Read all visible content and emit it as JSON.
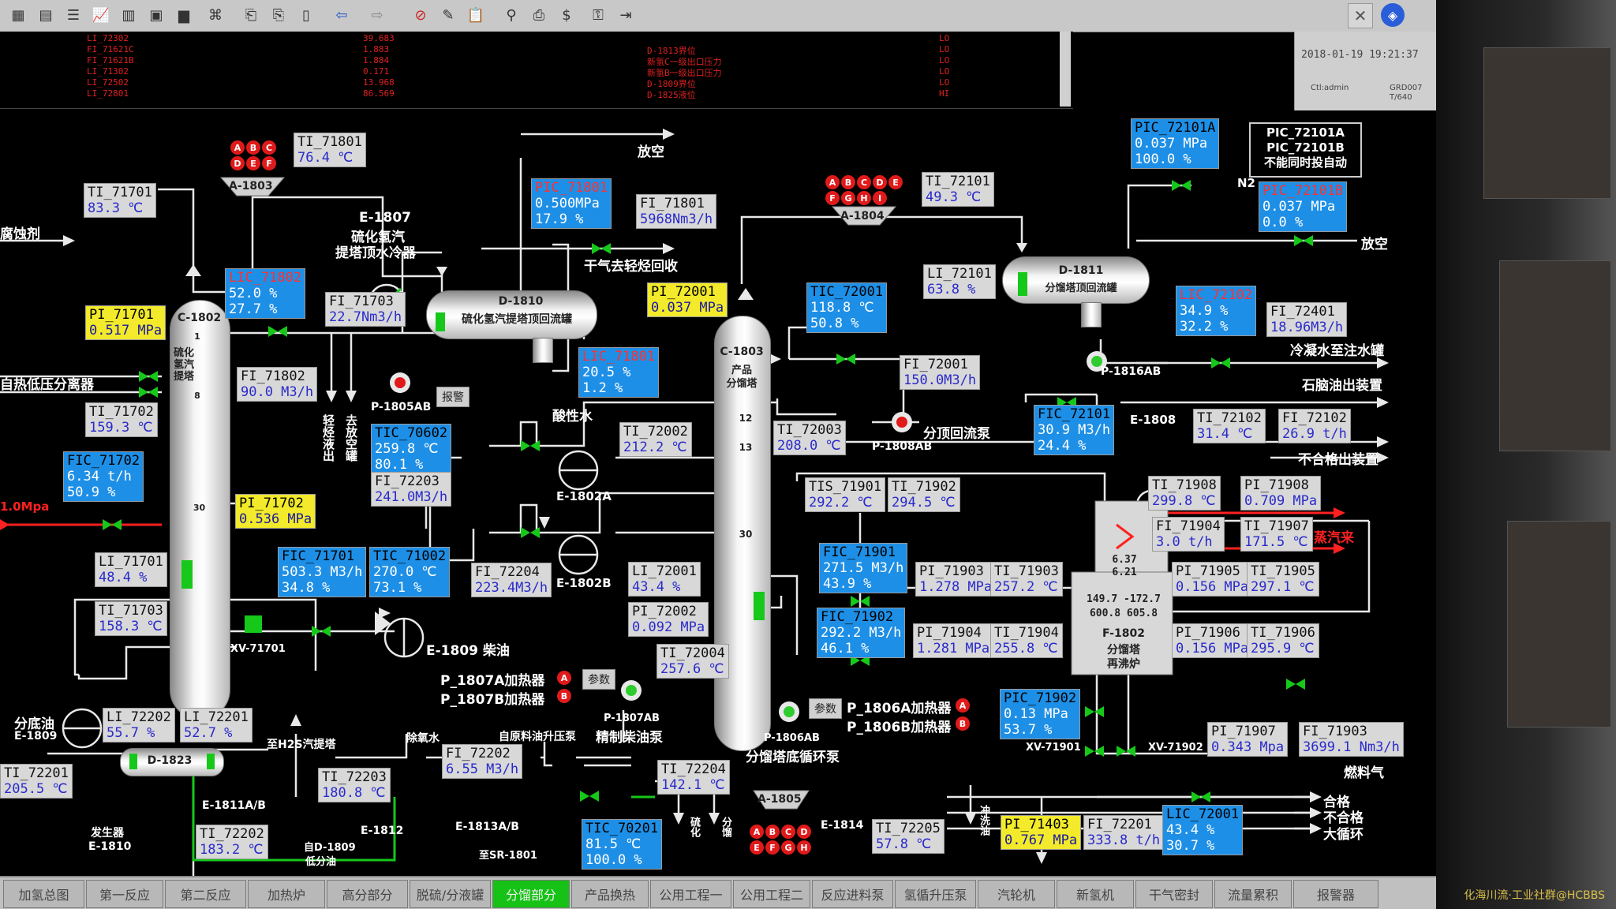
{
  "alarm_list": [
    {
      "tag": "LI_72302",
      "value": "39.683",
      "desc": "",
      "level": "LO"
    },
    {
      "tag": "FI_71621C",
      "value": "1.883",
      "desc": "D-1813界位",
      "level": "LO"
    },
    {
      "tag": "FI_71621B",
      "value": "1.884",
      "desc": "新氢C一级出口压力",
      "level": "LO"
    },
    {
      "tag": "LI_71302",
      "value": "0.171",
      "desc": "新氢B一级出口压力",
      "level": "LO"
    },
    {
      "tag": "LI_72502",
      "value": "13.968",
      "desc": "D-1809界位",
      "level": "LO"
    },
    {
      "tag": "LI_72801",
      "value": "86.569",
      "desc": "D-1825液位",
      "level": "HI"
    }
  ],
  "info_panel": {
    "timestamp": "2018-01-19 19:21:37",
    "user": "Ctl:admin",
    "station": "GRD007\nT/640"
  },
  "tags": {
    "ti71801": {
      "t": "TI_71801",
      "v": "76.4 ℃"
    },
    "ti71701": {
      "t": "TI_71701",
      "v": "83.3 ℃"
    },
    "pic71801": {
      "t": "PIC_71801",
      "v1": "0.500MPa",
      "v2": "17.9 %"
    },
    "fi71801": {
      "t": "FI_71801",
      "v": "5968Nm3/h"
    },
    "lic71802": {
      "t": "LIC_71802",
      "v1": "52.0 %",
      "v2": "27.7 %"
    },
    "fi71703": {
      "t": "FI_71703",
      "v": "22.7Nm3/h"
    },
    "pi71701": {
      "t": "PI_71701",
      "v": "0.517 MPa"
    },
    "fi71802": {
      "t": "FI_71802",
      "v": "90.0 M3/h"
    },
    "ti71702": {
      "t": "TI_71702",
      "v": "159.3 ℃"
    },
    "tic70602": {
      "t": "TIC_70602",
      "v1": "259.8 ℃",
      "v2": "80.1 %"
    },
    "fic71702": {
      "t": "FIC_71702",
      "v1": "6.34 t/h",
      "v2": "50.9 %"
    },
    "fi72203": {
      "t": "FI_72203",
      "v": "241.0M3/h"
    },
    "pi71702": {
      "t": "PI_71702",
      "v": "0.536 MPa"
    },
    "li71701": {
      "t": "LI_71701",
      "v": "48.4 %"
    },
    "fic71701": {
      "t": "FIC_71701",
      "v1": "503.3 M3/h",
      "v2": "34.8 %"
    },
    "tic71002": {
      "t": "TIC_71002",
      "v1": "270.0 ℃",
      "v2": "73.1 %"
    },
    "ti71703": {
      "t": "TI_71703",
      "v": "158.3 ℃"
    },
    "fi72204": {
      "t": "FI_72204",
      "v": "223.4M3/h"
    },
    "pi72001": {
      "t": "PI_72001",
      "v": "0.037 MPa"
    },
    "lic71801": {
      "t": "LIC_71801",
      "v1": "20.5 %",
      "v2": "1.2 %"
    },
    "ti72002": {
      "t": "TI_72002",
      "v": "212.2 ℃"
    },
    "li72001": {
      "t": "LI_72001",
      "v": "43.4 %"
    },
    "pi72002": {
      "t": "PI_72002",
      "v": "0.092 MPa"
    },
    "ti72004": {
      "t": "TI_72004",
      "v": "257.6 ℃"
    },
    "tic72001": {
      "t": "TIC_72001",
      "v1": "118.8 ℃",
      "v2": "50.8 %"
    },
    "fi72001": {
      "t": "FI_72001",
      "v": "150.0M3/h"
    },
    "ti72003": {
      "t": "TI_72003",
      "v": "208.0 ℃"
    },
    "ti72101": {
      "t": "TI_72101",
      "v": "49.3 ℃"
    },
    "li72101": {
      "t": "LI_72101",
      "v": "63.8 %"
    },
    "pic72101a": {
      "t": "PIC_72101A",
      "v1": "0.037 MPa",
      "v2": "100.0 %"
    },
    "pic72101b": {
      "t": "PIC_72101B",
      "v1": "0.037 MPa",
      "v2": "0.0 %"
    },
    "lic72102": {
      "t": "LIC_72102",
      "v1": "34.9 %",
      "v2": "32.2 %"
    },
    "fi72401": {
      "t": "FI_72401",
      "v": "18.96M3/h"
    },
    "fic72101": {
      "t": "FIC_72101",
      "v1": "30.9 M3/h",
      "v2": "24.4 %"
    },
    "ti72102": {
      "t": "TI_72102",
      "v": "31.4 ℃"
    },
    "fi72102": {
      "t": "FI_72102",
      "v": "26.9 t/h"
    },
    "tis71901": {
      "t": "TIS_71901",
      "v": "292.2 ℃"
    },
    "ti71902": {
      "t": "TI_71902",
      "v": "294.5 ℃"
    },
    "fic71901": {
      "t": "FIC_71901",
      "v1": "271.5 M3/h",
      "v2": "43.9 %"
    },
    "pi71903": {
      "t": "PI_71903",
      "v": "1.278 MPa"
    },
    "ti71903": {
      "t": "TI_71903",
      "v": "257.2 ℃"
    },
    "fic71902": {
      "t": "FIC_71902",
      "v1": "292.2 M3/h",
      "v2": "46.1 %"
    },
    "pi71904": {
      "t": "PI_71904",
      "v": "1.281 MPa"
    },
    "ti71904": {
      "t": "TI_71904",
      "v": "255.8 ℃"
    },
    "ti71908": {
      "t": "TI_71908",
      "v": "299.8 ℃"
    },
    "pi71908": {
      "t": "PI_71908",
      "v": "0.709 MPa"
    },
    "fi71904": {
      "t": "FI_71904",
      "v": "3.0 t/h"
    },
    "ti71907": {
      "t": "TI_71907",
      "v": "171.5 ℃"
    },
    "pi71905": {
      "t": "PI_71905",
      "v": "0.156 MPa"
    },
    "ti71905": {
      "t": "TI_71905",
      "v": "297.1 ℃"
    },
    "pi71906": {
      "t": "PI_71906",
      "v": "0.156 MPa"
    },
    "ti71906": {
      "t": "TI_71906",
      "v": "295.9 ℃"
    },
    "pic71902": {
      "t": "PIC_71902",
      "v1": "0.13 MPa",
      "v2": "53.7 %"
    },
    "pi71907": {
      "t": "PI_71907",
      "v": "0.343 Mpa"
    },
    "fi71903": {
      "t": "FI_71903",
      "v": "3699.1 Nm3/h"
    },
    "li72202": {
      "t": "LI_72202",
      "v": "55.7 %"
    },
    "li72201": {
      "t": "LI_72201",
      "v": "52.7 %"
    },
    "ti72201": {
      "t": "TI_72201",
      "v": "205.5 ℃"
    },
    "ti72203": {
      "t": "TI_72203",
      "v": "180.8 ℃"
    },
    "fi72202": {
      "t": "FI_72202",
      "v": "6.55 M3/h"
    },
    "ti72204": {
      "t": "TI_72204",
      "v": "142.1 ℃"
    },
    "ti72202": {
      "t": "TI_72202",
      "v": "183.2 ℃"
    },
    "tic70201": {
      "t": "TIC_70201",
      "v1": "81.5 ℃",
      "v2": "100.0 %"
    },
    "ti72205": {
      "t": "TI_72205",
      "v": "57.8 ℃"
    },
    "pi71403": {
      "t": "PI_71403",
      "v": "0.767 MPa"
    },
    "fi72201": {
      "t": "FI_72201",
      "v": "333.8 t/h"
    },
    "lic72001": {
      "t": "LIC_72001",
      "v1": "43.4 %",
      "v2": "30.7 %"
    }
  },
  "labels": {
    "fuliu": "腐蚀剂",
    "vent1": "放空",
    "e1807": "E-1807",
    "e1807_desc1": "硫化氢汽",
    "e1807_desc2": "提塔顶水冷器",
    "gas_recover": "干气去轻烃回收",
    "d1810": "D-1810",
    "d1810_desc": "硫化氢汽提塔顶回流罐",
    "c1802": "C-1802",
    "c1802_desc": "硫化氢汽提塔",
    "from_sep": "自热低压分离器",
    "p1805": "P-1805AB",
    "alarm_btn": "报警",
    "acid_water": "酸性水",
    "light_oil": "轻烃液出",
    "to_vent": "去放空罐",
    "e1802a": "E-1802A",
    "e1802b": "E-1802B",
    "e1809": "E-1809 柴油",
    "xv71701": "XV-71701",
    "pressure_in": "1.0Mpa",
    "c1803": "C-1803",
    "c1803_desc1": "产品",
    "c1803_desc2": "分馏塔",
    "tray12": "12",
    "tray13": "13",
    "tray30": "30",
    "tray1": "1",
    "tray8": "8",
    "tray30b": "30",
    "p1808": "P-1808AB",
    "reflux_pump": "分顶回流泵",
    "d1811": "D-1811",
    "d1811_desc": "分馏塔顶回流罐",
    "n2": "N2",
    "p1816": "P-1816AB",
    "cold_water": "冷凝水至注水罐",
    "naphtha": "石脑油出装置",
    "e1808": "E-1808",
    "offspec": "不合格出装置",
    "vent2": "放空",
    "notice": "PIC_72101A\nPIC_72101B\n不能同时投自动",
    "steam_in": "蒸汽来",
    "f1802": "F-1802",
    "f1802_desc1": "分馏塔",
    "f1802_desc2": "再沸炉",
    "f_vals1": "6.37",
    "f_vals2": "6.21",
    "f_vals3": "149.7 -172.7",
    "f_vals4": "600.8  605.8",
    "xv71901": "XV-71901",
    "xv71902": "XV-71902",
    "fuel_gas": "燃料气",
    "p1807a": "P_1807A加热器",
    "p1807b": "P_1807B加热器",
    "p1807": "P-1807AB",
    "p1807_desc": "精制柴油泵",
    "param_btn1": "参数",
    "p1806a": "P_1806A加热器",
    "p1806b": "P_1806B加热器",
    "p1806": "P-1806AB",
    "p1806_desc": "分馏塔底循环泵",
    "param_btn2": "参数",
    "bottom_oil": "分底油",
    "e1809b": "E-1809",
    "d1823": "D-1823",
    "to_h2s": "至H2S汽提塔",
    "deox": "除氧水",
    "from_raw": "自原料油升压泵",
    "e1811": "E-1811A/B",
    "e1812": "E-1812",
    "e1813": "E-1813A/B",
    "to_sr": "至SR-1801",
    "to_d1809": "自D-1809",
    "low_oil": "低分油",
    "gen": "发生器",
    "e1810": "E-1810",
    "a1805": "A-1805",
    "e1814": "E-1814",
    "cool_oil": "冲洗油",
    "ok": "合格",
    "nok": "不合格",
    "big_loop": "大循环",
    "a1803": "A-1803",
    "a1804": "A-1804",
    "vulcan": "硫化",
    "fracture": "分馏",
    "a1803_lamps": [
      "A",
      "B",
      "C",
      "D",
      "E",
      "F"
    ],
    "a1804_lamps": [
      "A",
      "B",
      "C",
      "D",
      "E",
      "F",
      "G",
      "H",
      "I"
    ],
    "a1805_lamps": [
      "A",
      "B",
      "C",
      "D",
      "E",
      "F",
      "G",
      "H"
    ]
  },
  "tabs": [
    "加氢总图",
    "第一反应",
    "第二反应",
    "加热炉",
    "高分部分",
    "脱硫/分液罐",
    "分馏部分",
    "产品换热",
    "公用工程一",
    "公用工程二",
    "反应进料泵",
    "氢循升压泵",
    "汽轮机",
    "新氢机",
    "干气密封",
    "流量累积",
    "报警器"
  ],
  "active_tab": "分馏部分",
  "watermark": "化海川流·工业社群@HCBBS",
  "colors": {
    "pipe": "#e8e8e8",
    "green": "#16c81a",
    "red": "#ff2020",
    "tag_blue": "#1e8fe6",
    "tag_yellow": "#f2ea2a"
  }
}
